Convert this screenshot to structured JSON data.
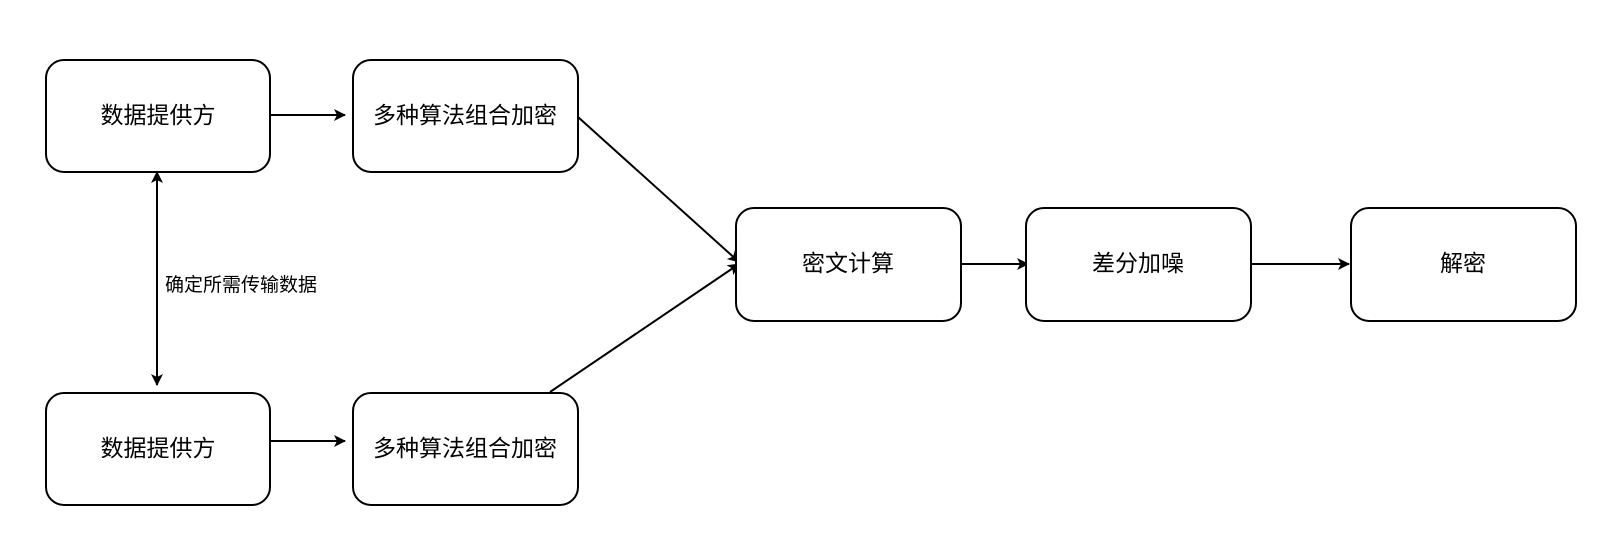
{
  "nodes": {
    "provider_top": {
      "label": "数据提供方"
    },
    "encrypt_top": {
      "label": "多种算法组合加密"
    },
    "provider_bottom": {
      "label": "数据提供方"
    },
    "encrypt_bottom": {
      "label": "多种算法组合加密"
    },
    "cipher_compute": {
      "label": "密文计算"
    },
    "diff_noise": {
      "label": "差分加噪"
    },
    "decrypt": {
      "label": "解密"
    }
  },
  "edges": {
    "providers_link": {
      "label": "确定所需传输数据"
    }
  }
}
